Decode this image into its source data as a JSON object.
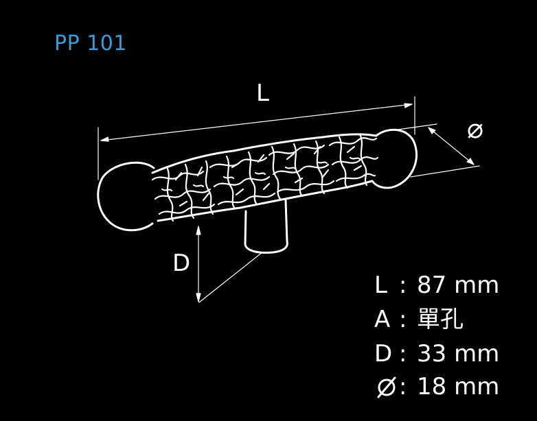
{
  "model": "PP 101",
  "dimension_labels": {
    "length": "L",
    "depth": "D",
    "diameter_symbol": "⌀"
  },
  "specs": [
    {
      "key": "L",
      "separator": ":",
      "value": "87 mm"
    },
    {
      "key": "A",
      "separator": ":",
      "value": "單孔"
    },
    {
      "key": "D",
      "separator": ":",
      "value": "33 mm"
    },
    {
      "key": "diameter-icon",
      "separator": ":",
      "value": "18 mm"
    }
  ],
  "colors": {
    "background": "#000000",
    "line": "#ffffff",
    "model_text": "#3a9ad9"
  }
}
